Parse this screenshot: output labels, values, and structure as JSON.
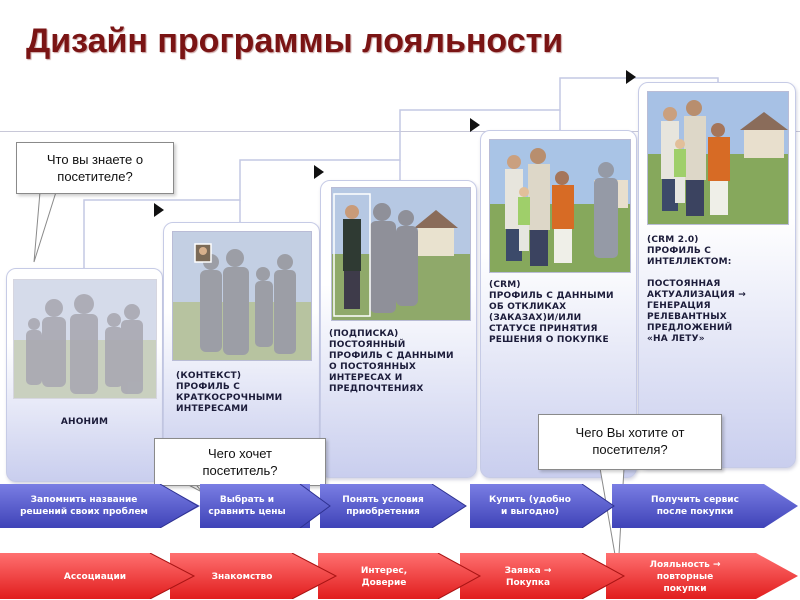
{
  "title": "Дизайн программы лояльности",
  "stages": [
    {
      "caption": "АНОНИМ"
    },
    {
      "caption": "(КОНТЕКСТ)\nПРОФИЛЬ С\nКРАТКОСРОЧНЫМИ\nИНТЕРЕСАМИ"
    },
    {
      "caption": "(ПОДПИСКА)\nПОСТОЯННЫЙ\nПРОФИЛЬ С ДАННЫМИ\nО ПОСТОЯННЫХ\nИНТЕРЕСАХ И\nПРЕДПОЧТЕНИЯХ"
    },
    {
      "caption": "(CRM)\nПРОФИЛЬ С ДАННЫМИ\nОБ ОТКЛИКАХ\n(ЗАКАЗАХ)И/ИЛИ\nСТАТУСЕ ПРИНЯТИЯ\nРЕШЕНИЯ О ПОКУПКЕ"
    },
    {
      "caption": "(CRM 2.0)\nПРОФИЛЬ С\nИНТЕЛЛЕКТОМ:\n\nПОСТОЯННАЯ\nАКТУАЛИЗАЦИЯ →\nГЕНЕРАЦИЯ\nРЕЛЕВАНТНЫХ\nПРЕДЛОЖЕНИЙ\n«НА ЛЕТУ»"
    }
  ],
  "callouts": {
    "know": "Что вы знаете о\nпосетителе?",
    "wants": "Чего хочет\nпосетитель?",
    "you_want": "Чего Вы хотите от\nпосетителя?"
  },
  "visitor_steps": [
    "Запомнить название\nрешений своих проблем",
    "Выбрать и\nсравнить цены",
    "Понять условия\nприобретения",
    "Купить (удобно\nи выгодно)",
    "Получить сервис\nпосле покупки"
  ],
  "company_steps": [
    "Ассоциации",
    "Знакомство",
    "Интерес,\nДоверие",
    "Заявка →\nПокупка",
    "Лояльность →\nповторные\nпокупки"
  ],
  "colors": {
    "title": "#7a1414",
    "blue_band": "#5b5fd6",
    "red_band": "#ee3a3a",
    "card_bottom": "#c9ceee"
  }
}
